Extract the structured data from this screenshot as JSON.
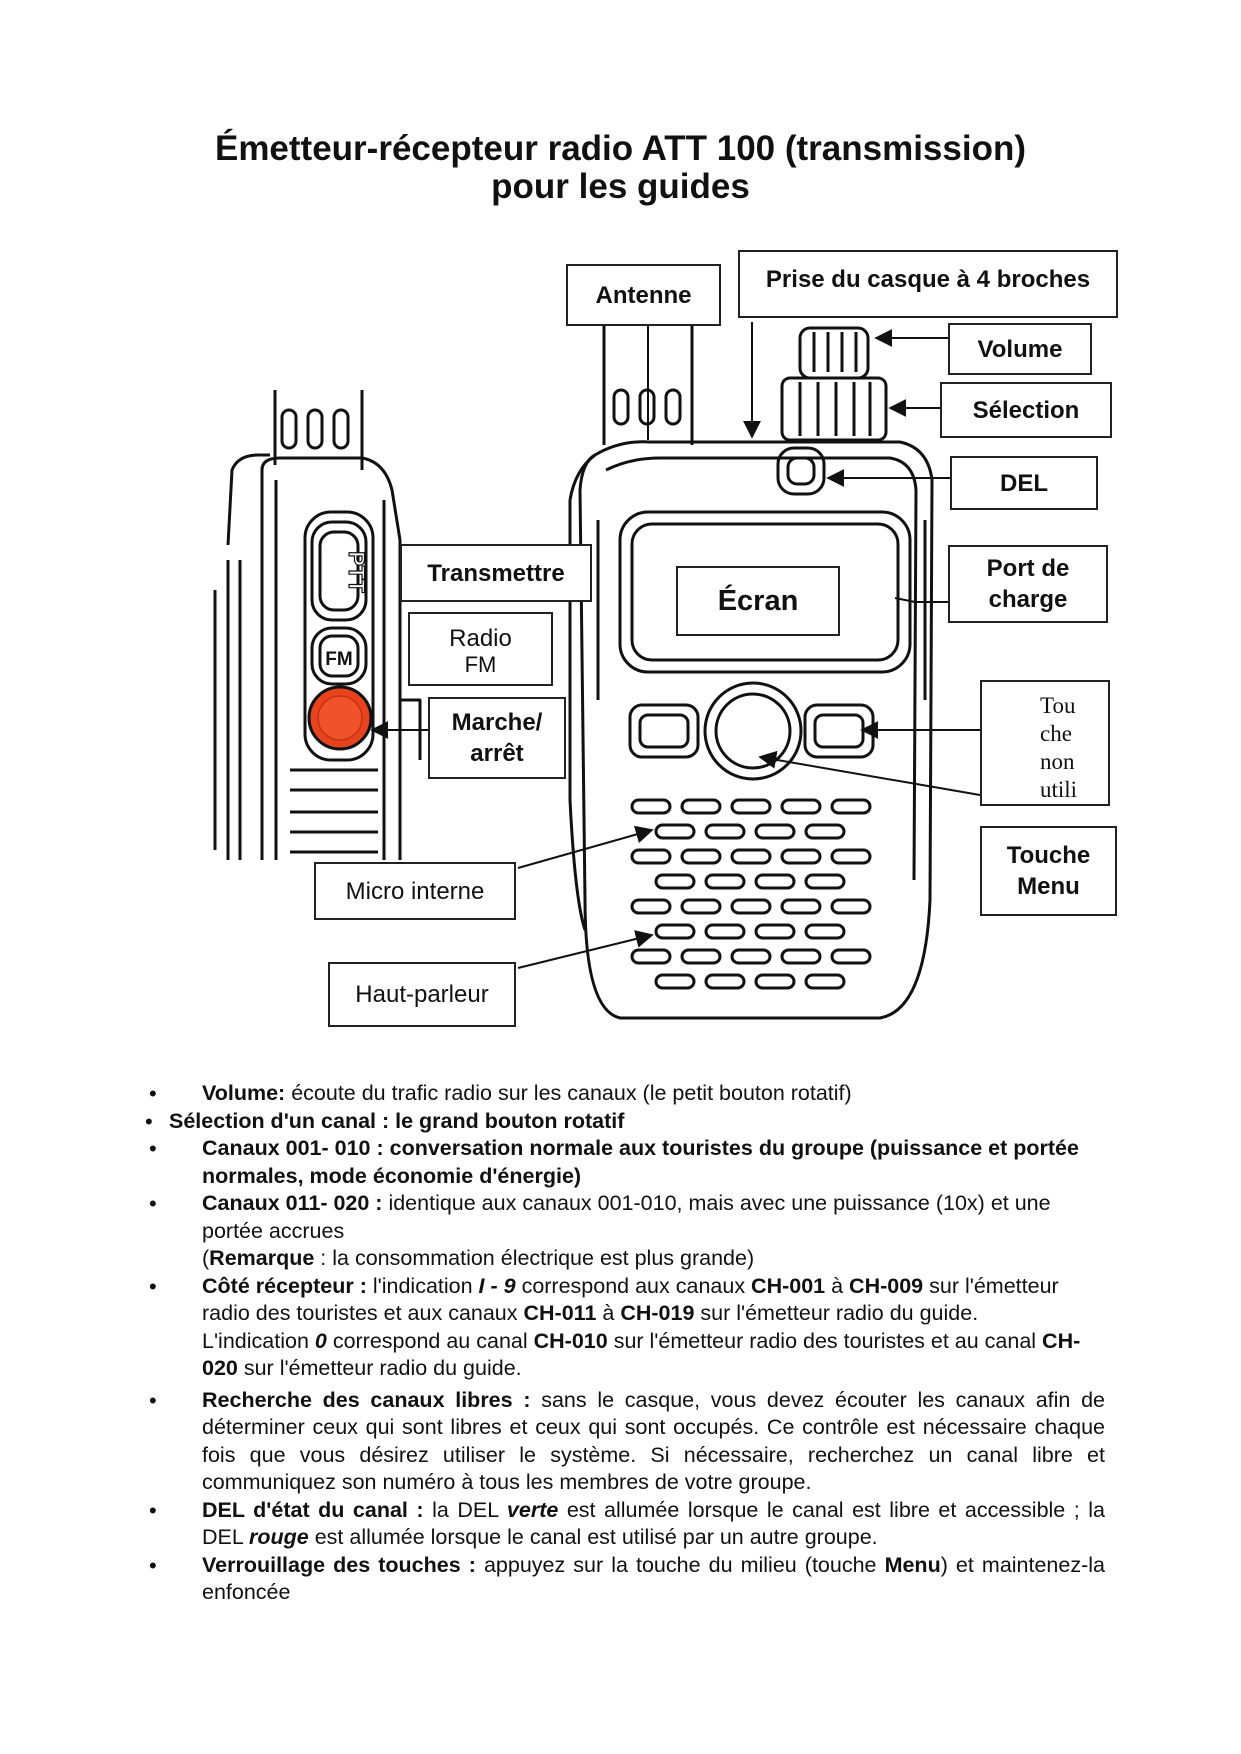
{
  "title": {
    "line1": "Émetteur-récepteur radio ATT 100 (transmission)",
    "line2": "pour les guides"
  },
  "labels": {
    "antenne": "Antenne",
    "casque": "Prise du casque à 4 broches",
    "volume": "Volume",
    "selection": "Sélection",
    "del": "DEL",
    "port_charge_1": "Port de",
    "port_charge_2": "charge",
    "touche_non_1": "Tou",
    "touche_non_2": "che",
    "touche_non_3": "non",
    "touche_non_4": "utili",
    "touche_menu_1": "Touche",
    "touche_menu_2": "Menu",
    "transmettre": "Transmettre",
    "radio_1": "Radio",
    "radio_2": "FM",
    "ecran": "Écran",
    "marche_1": "Marche/",
    "marche_2": "arrêt",
    "micro": "Micro interne",
    "haut_parleur": "Haut-parleur"
  },
  "device_text": {
    "ptt": "PTT",
    "fm": "FM"
  },
  "colors": {
    "power_button": "#e8431f",
    "ink": "#111111"
  },
  "list": {
    "volume_b": "Volume:",
    "volume_t": " écoute du trafic radio sur les canaux (le petit bouton rotatif)",
    "selection_b": "Sélection d'un canal : le grand bouton rotatif",
    "canaux1_b": "Canaux 001- 010 : conversation normale aux touristes du groupe (puissance et portée normales, mode économie d'énergie)",
    "canaux2_b": "Canaux 011- 020 :",
    "canaux2_t": " identique aux canaux 001-010, mais avec une puissance (10x) et une portée accrues",
    "remarque_pre": "(",
    "remarque_b": "Remarque",
    "remarque_t": " : la consommation électrique est plus grande)",
    "cote_b": "Côté récepteur :",
    "cote_t1": " l'indication ",
    "cote_i1": "I - 9",
    "cote_t2": " correspond aux canaux ",
    "cote_b1": "CH-001",
    "cote_t3": " à ",
    "cote_b2": "CH-009",
    "cote_t4": " sur l'émetteur radio des touristes et aux canaux ",
    "cote_b3": "CH-011",
    "cote_t5": " à ",
    "cote_b4": "CH-019",
    "cote_t6": " sur l'émetteur radio du guide.",
    "cote2_t1": "L'indication ",
    "cote2_i": "0",
    "cote2_t2": " correspond au canal ",
    "cote2_b1": "CH-010",
    "cote2_t3": " sur l'émetteur radio des touristes et au canal ",
    "cote2_b2": "CH-020",
    "cote2_t4": " sur l'émetteur radio du guide.",
    "recherche_b": "Recherche des canaux libres :",
    "recherche_t": " sans le casque, vous devez écouter les canaux afin de déterminer ceux qui sont libres et ceux qui sont occupés. Ce contrôle est nécessaire chaque fois que vous désirez utiliser le système. Si nécessaire, recherchez un canal libre et communiquez son numéro à tous les membres de votre groupe.",
    "del_b": "DEL d'état du canal :",
    "del_t1": " la DEL ",
    "del_i1": "verte",
    "del_t2": " est allumée lorsque le canal est libre et accessible ; la DEL ",
    "del_i2": "rouge",
    "del_t3": " est allumée lorsque le canal est utilisé par un autre groupe.",
    "verr_b": "Verrouillage des touches :",
    "verr_t1": " appuyez sur la touche du milieu (touche ",
    "verr_b2": "Menu",
    "verr_t2": ") et maintenez-la enfoncée"
  }
}
